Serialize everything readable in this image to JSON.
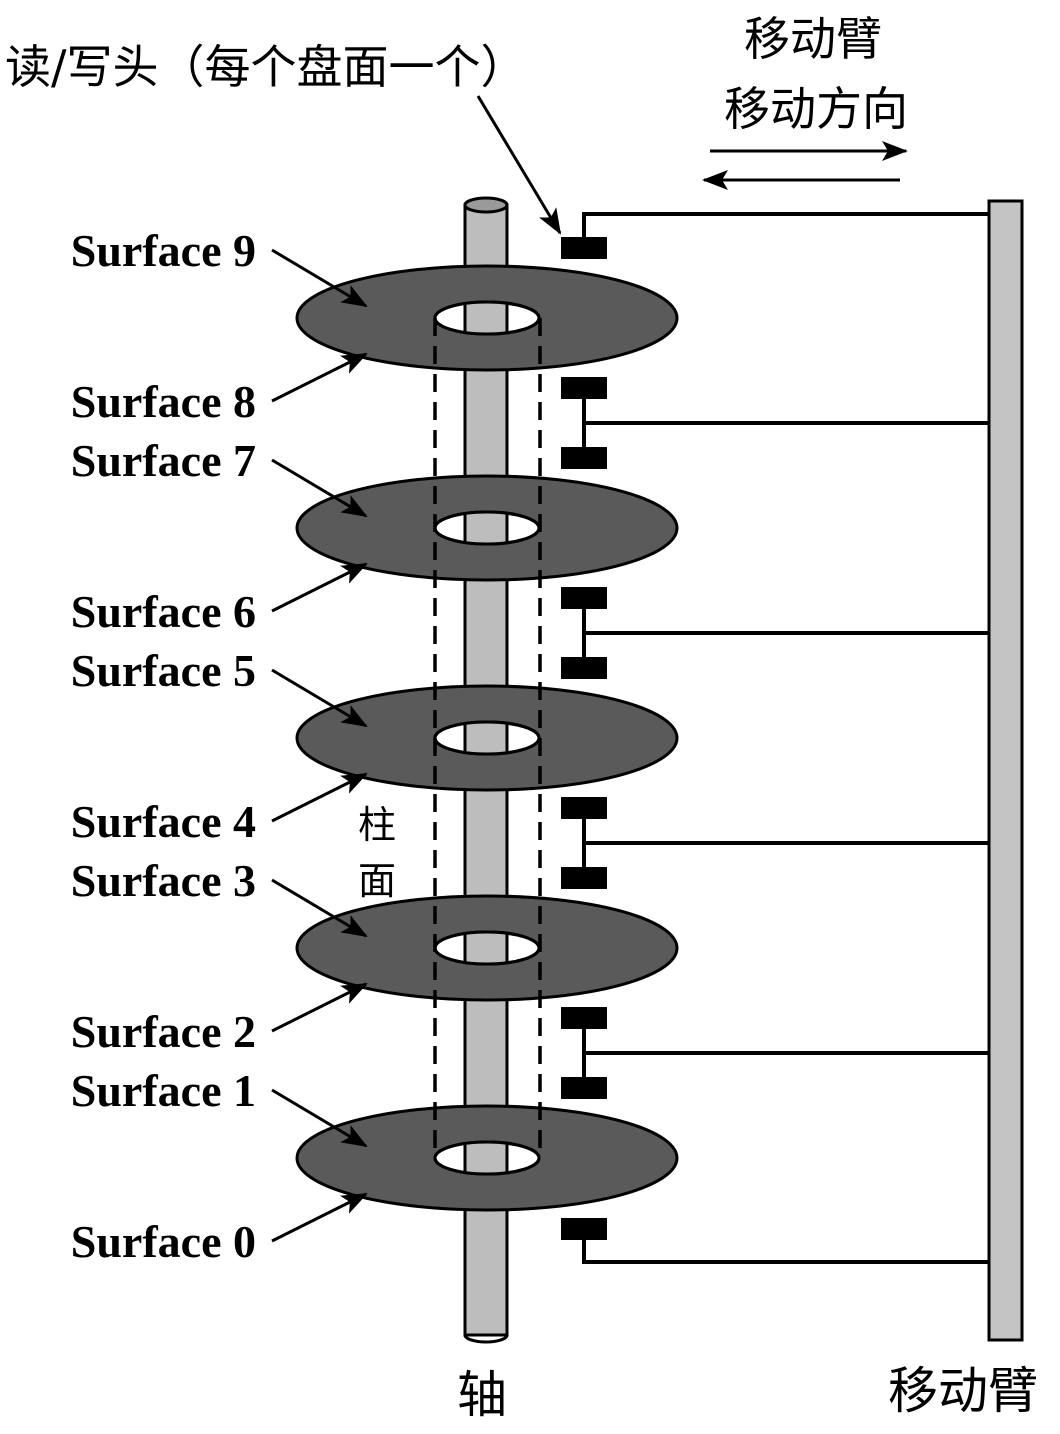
{
  "labels": {
    "head": "读/写头（每个盘面一个）",
    "arm_top_line1": "移动臂",
    "arm_top_line2": "移动方向",
    "cylinder_char1": "柱",
    "cylinder_char2": "面",
    "spindle": "轴",
    "arm_bottom": "移动臂"
  },
  "surfaces": [
    "Surface 9",
    "Surface 8",
    "Surface 7",
    "Surface 6",
    "Surface 5",
    "Surface 4",
    "Surface 3",
    "Surface 2",
    "Surface 1",
    "Surface 0"
  ],
  "colors": {
    "platter": "#5a5a5a",
    "spindle": "#bdbdbd",
    "arm": "#c4c4c4",
    "ink": "#000000"
  }
}
